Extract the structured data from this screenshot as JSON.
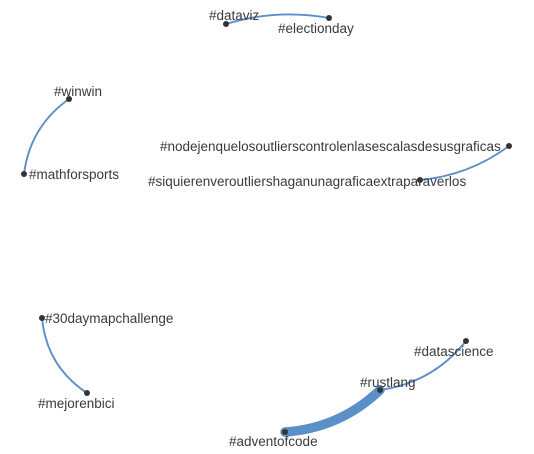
{
  "graph": {
    "nodes": [
      {
        "id": "dataviz",
        "label": "#dataviz"
      },
      {
        "id": "electionday",
        "label": "#electionday"
      },
      {
        "id": "winwin",
        "label": "#winwin"
      },
      {
        "id": "mathforsports",
        "label": "#mathforsports"
      },
      {
        "id": "nodejen",
        "label": "#nodejenquelosoutlierscontrolenlasescalasdesusgraficas"
      },
      {
        "id": "siquieren",
        "label": "#siquierenveroutliershaganunagraficaextraparaverlos"
      },
      {
        "id": "30daymap",
        "label": "#30daymapchallenge"
      },
      {
        "id": "mejorenbici",
        "label": "#mejorenbici"
      },
      {
        "id": "datascience",
        "label": "#datascience"
      },
      {
        "id": "rustlang",
        "label": "#rustlang"
      },
      {
        "id": "adventofcode",
        "label": "#adventofcode"
      }
    ],
    "edges": [
      {
        "source": "dataviz",
        "target": "electionday",
        "weight": 1
      },
      {
        "source": "winwin",
        "target": "mathforsports",
        "weight": 1
      },
      {
        "source": "nodejen",
        "target": "siquieren",
        "weight": 1
      },
      {
        "source": "30daymap",
        "target": "mejorenbici",
        "weight": 1
      },
      {
        "source": "datascience",
        "target": "rustlang",
        "weight": 1
      },
      {
        "source": "rustlang",
        "target": "adventofcode",
        "weight": 5
      }
    ],
    "colors": {
      "edge": "#5b8fc7",
      "node": "#333333",
      "label": "#3a3a3a"
    }
  }
}
